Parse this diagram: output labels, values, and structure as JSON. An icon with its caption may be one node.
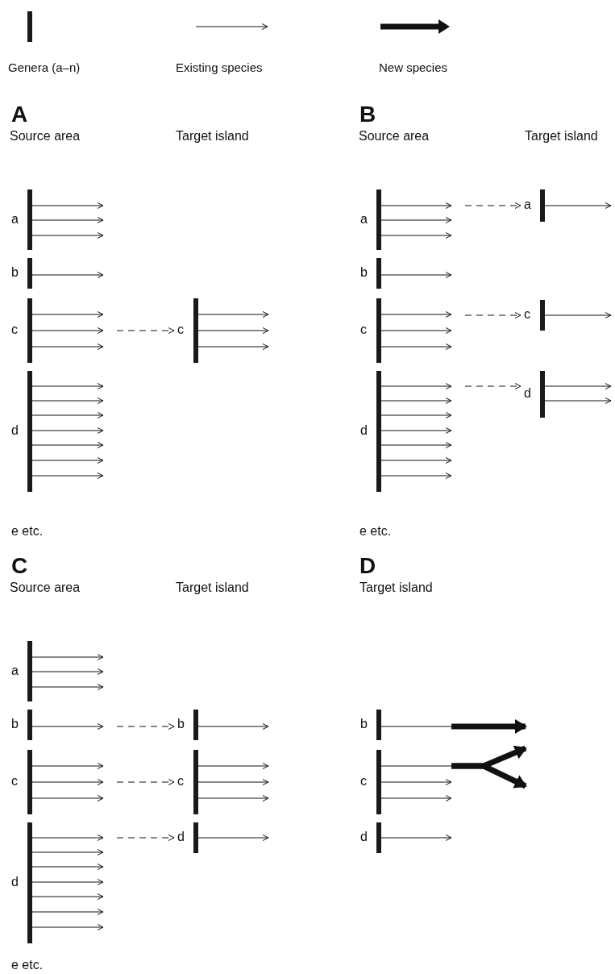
{
  "diagram": {
    "nodes": [
      {
        "text": [
          "a"
        ]
      },
      {
        "text": [
          "b"
        ]
      },
      {
        "text": [
          "c"
        ]
      },
      {
        "text": [
          "d"
        ]
      },
      {
        "text": [
          "c"
        ]
      },
      {
        "text": [
          "a"
        ]
      },
      {
        "text": [
          "b"
        ]
      },
      {
        "text": [
          "c"
        ]
      },
      {
        "text": [
          "d"
        ]
      },
      {
        "text": [
          "a"
        ]
      },
      {
        "text": [
          "c"
        ]
      },
      {
        "text": [
          "d"
        ]
      },
      {
        "text": [
          "a"
        ]
      },
      {
        "text": [
          "b"
        ]
      },
      {
        "text": [
          "c"
        ]
      },
      {
        "text": [
          "d"
        ]
      },
      {
        "text": [
          "b"
        ]
      },
      {
        "text": [
          "c"
        ]
      },
      {
        "text": [
          "d"
        ]
      },
      {
        "text": [
          "b"
        ]
      },
      {
        "text": [
          "c"
        ]
      },
      {
        "text": [
          "d"
        ]
      }
    ],
    "edges": [
      {
        "from": 0,
        "to": null,
        "arrow": "to"
      },
      {
        "from": 0,
        "to": null,
        "arrow": "to"
      },
      {
        "from": 0,
        "to": null,
        "arrow": "to"
      },
      {
        "from": 1,
        "to": null,
        "arrow": "to"
      },
      {
        "from": 2,
        "to": null,
        "arrow": "to"
      },
      {
        "from": 2,
        "to": null,
        "arrow": "to"
      },
      {
        "from": 2,
        "to": null,
        "arrow": "to"
      },
      {
        "from": 3,
        "to": null,
        "arrow": "to"
      },
      {
        "from": 3,
        "to": null,
        "arrow": "to"
      },
      {
        "from": 3,
        "to": null,
        "arrow": "to"
      },
      {
        "from": 3,
        "to": null,
        "arrow": "to"
      },
      {
        "from": 3,
        "to": null,
        "arrow": "to"
      },
      {
        "from": 3,
        "to": null,
        "arrow": "to"
      },
      {
        "from": 3,
        "to": null,
        "arrow": "to"
      },
      {
        "from": 2,
        "to": 4,
        "arrow": "to",
        "style": "dashed"
      },
      {
        "from": 4,
        "to": null,
        "arrow": "to"
      },
      {
        "from": 4,
        "to": null,
        "arrow": "to"
      },
      {
        "from": 4,
        "to": null,
        "arrow": "to"
      },
      {
        "from": 5,
        "to": null,
        "arrow": "to"
      },
      {
        "from": 5,
        "to": null,
        "arrow": "to"
      },
      {
        "from": 5,
        "to": null,
        "arrow": "to"
      },
      {
        "from": 6,
        "to": null,
        "arrow": "to"
      },
      {
        "from": 7,
        "to": null,
        "arrow": "to"
      },
      {
        "from": 7,
        "to": null,
        "arrow": "to"
      },
      {
        "from": 7,
        "to": null,
        "arrow": "to"
      },
      {
        "from": 8,
        "to": null,
        "arrow": "to"
      },
      {
        "from": 8,
        "to": null,
        "arrow": "to"
      },
      {
        "from": 8,
        "to": null,
        "arrow": "to"
      },
      {
        "from": 8,
        "to": null,
        "arrow": "to"
      },
      {
        "from": 8,
        "to": null,
        "arrow": "to"
      },
      {
        "from": 8,
        "to": null,
        "arrow": "to"
      },
      {
        "from": 8,
        "to": null,
        "arrow": "to"
      },
      {
        "from": 5,
        "to": 9,
        "arrow": "to",
        "style": "dashed"
      },
      {
        "from": 7,
        "to": 10,
        "arrow": "to",
        "style": "dashed"
      },
      {
        "from": 8,
        "to": 11,
        "arrow": "to",
        "style": "dashed"
      },
      {
        "from": 9,
        "to": null,
        "arrow": "to"
      },
      {
        "from": 10,
        "to": null,
        "arrow": "to"
      },
      {
        "from": 11,
        "to": null,
        "arrow": "to"
      },
      {
        "from": 11,
        "to": null,
        "arrow": "to"
      },
      {
        "from": 12,
        "to": null,
        "arrow": "to"
      },
      {
        "from": 12,
        "to": null,
        "arrow": "to"
      },
      {
        "from": 12,
        "to": null,
        "arrow": "to"
      },
      {
        "from": 13,
        "to": null,
        "arrow": "to"
      },
      {
        "from": 14,
        "to": null,
        "arrow": "to"
      },
      {
        "from": 14,
        "to": null,
        "arrow": "to"
      },
      {
        "from": 14,
        "to": null,
        "arrow": "to"
      },
      {
        "from": 15,
        "to": null,
        "arrow": "to"
      },
      {
        "from": 15,
        "to": null,
        "arrow": "to"
      },
      {
        "from": 15,
        "to": null,
        "arrow": "to"
      },
      {
        "from": 15,
        "to": null,
        "arrow": "to"
      },
      {
        "from": 15,
        "to": null,
        "arrow": "to"
      },
      {
        "from": 15,
        "to": null,
        "arrow": "to"
      },
      {
        "from": 15,
        "to": null,
        "arrow": "to"
      },
      {
        "from": 13,
        "to": 16,
        "arrow": "to",
        "style": "dashed"
      },
      {
        "from": 14,
        "to": 17,
        "arrow": "to",
        "style": "dashed"
      },
      {
        "from": 15,
        "to": 18,
        "arrow": "to",
        "style": "dashed"
      },
      {
        "from": 16,
        "to": null,
        "arrow": "to"
      },
      {
        "from": 17,
        "to": null,
        "arrow": "to"
      },
      {
        "from": 17,
        "to": null,
        "arrow": "to"
      },
      {
        "from": 17,
        "to": null,
        "arrow": "to"
      },
      {
        "from": 18,
        "to": null,
        "arrow": "to"
      },
      {
        "from": 19,
        "to": null,
        "arrow": "to",
        "style": "thick"
      },
      {
        "from": 20,
        "to": null,
        "arrow": "to",
        "style": "thick"
      },
      {
        "from": 20,
        "to": null,
        "arrow": "to",
        "style": "thick"
      },
      {
        "from": 20,
        "to": null,
        "arrow": "to"
      },
      {
        "from": 20,
        "to": null,
        "arrow": "to"
      },
      {
        "from": 21,
        "to": null,
        "arrow": "to"
      }
    ],
    "labels": [
      "A",
      "Source area",
      "Target island",
      "e etc.",
      "B",
      "Source area",
      "Target island",
      "e etc.",
      "C",
      "Source area",
      "Target island",
      "e etc.",
      "D",
      "Target island"
    ],
    "legend": [
      {
        "text": "Genera (a–n)"
      },
      {
        "text": "Existing species"
      },
      {
        "text": "New species"
      }
    ]
  }
}
